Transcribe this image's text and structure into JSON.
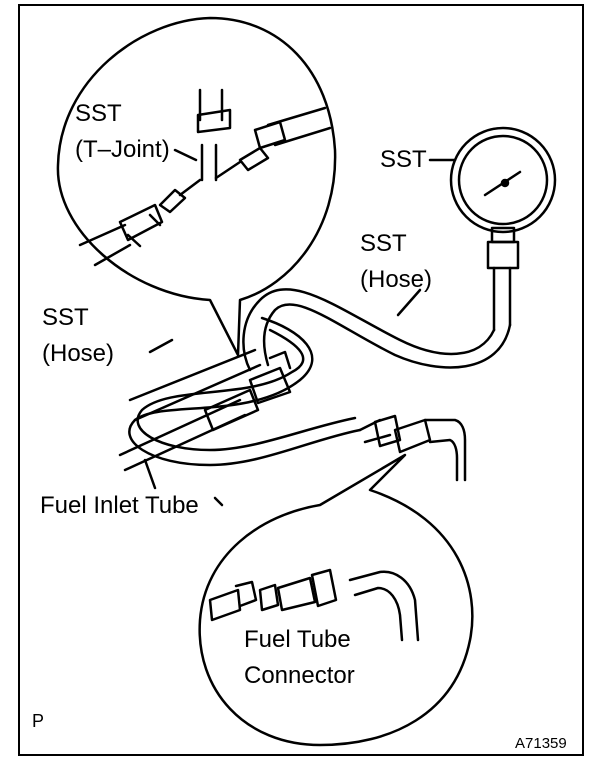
{
  "labels": {
    "sst_tjoint_line1": "SST",
    "sst_tjoint_line2": "(T–Joint)",
    "sst_gauge": "SST",
    "sst_hose_right_line1": "SST",
    "sst_hose_right_line2": "(Hose)",
    "sst_hose_left_line1": "SST",
    "sst_hose_left_line2": "(Hose)",
    "fuel_inlet_tube": "Fuel Inlet Tube",
    "fuel_tube_connector_line1": "Fuel Tube",
    "fuel_tube_connector_line2": "Connector",
    "corner_code": "P",
    "figure_id": "A71359"
  }
}
